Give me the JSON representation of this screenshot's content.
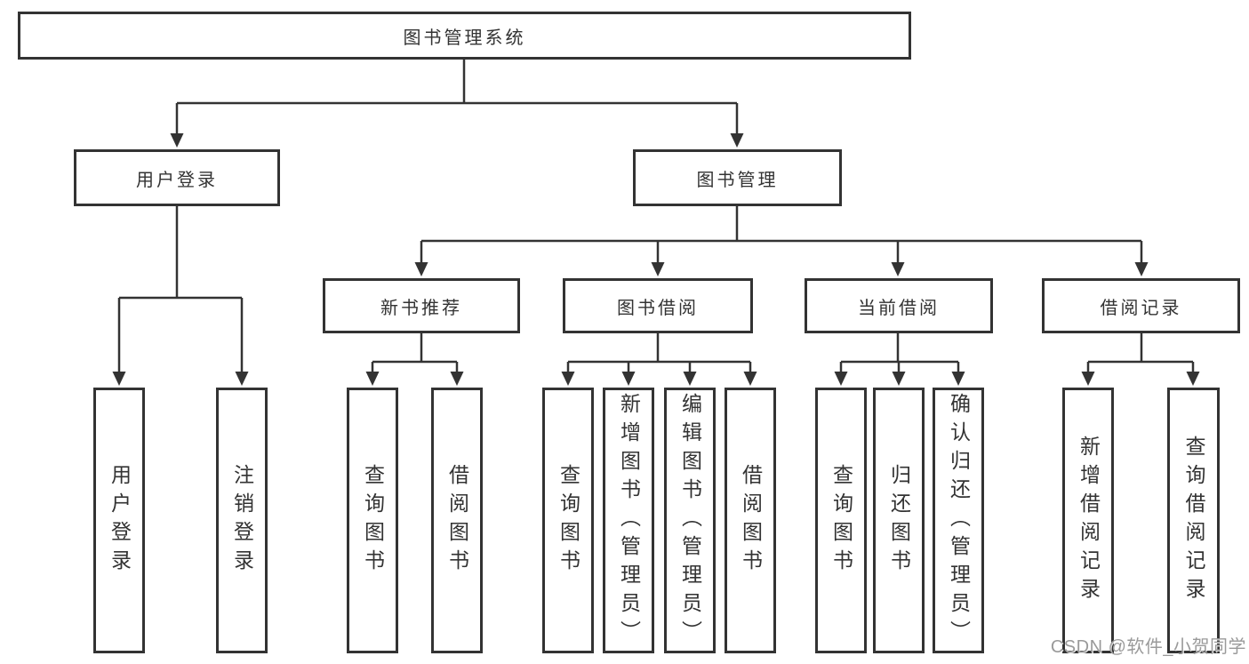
{
  "tree": {
    "label": "图书管理系统",
    "children": [
      {
        "label": "用户登录",
        "children": [
          {
            "label": "用户登录"
          },
          {
            "label": "注销登录"
          }
        ]
      },
      {
        "label": "图书管理",
        "children": [
          {
            "label": "新书推荐",
            "children": [
              {
                "label": "查询图书"
              },
              {
                "label": "借阅图书"
              }
            ]
          },
          {
            "label": "图书借阅",
            "children": [
              {
                "label": "查询图书"
              },
              {
                "label": "新增图书（管理员）"
              },
              {
                "label": "编辑图书（管理员）"
              },
              {
                "label": "借阅图书"
              }
            ]
          },
          {
            "label": "当前借阅",
            "children": [
              {
                "label": "查询图书"
              },
              {
                "label": "归还图书"
              },
              {
                "label": "确认归还（管理员）"
              }
            ]
          },
          {
            "label": "借阅记录",
            "children": [
              {
                "label": "新增借阅记录"
              },
              {
                "label": "查询借阅记录"
              }
            ]
          }
        ]
      }
    ]
  },
  "watermark": {
    "text": "CSDN @软件_小贺同学"
  },
  "colors": {
    "line": "#333333",
    "box_border": "#333333",
    "text": "#333333",
    "background": "#ffffff",
    "watermark": "#9a9a9a"
  }
}
